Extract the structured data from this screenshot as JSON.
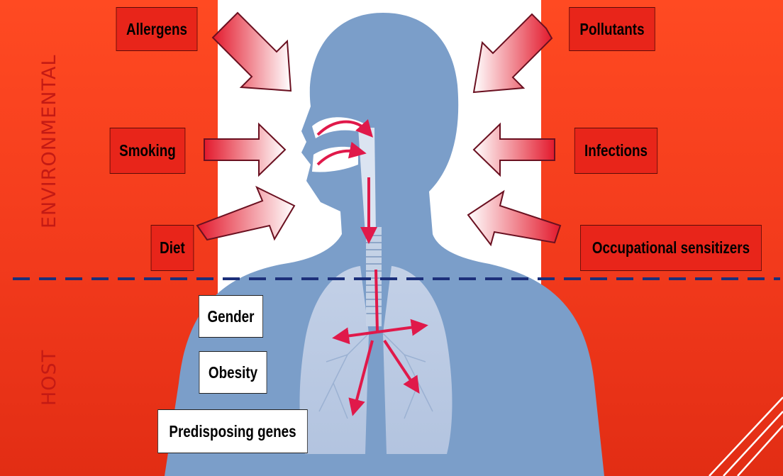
{
  "side_labels": {
    "environmental": "ENVIRONMENTAL",
    "host": "HOST"
  },
  "environmental_factors": {
    "allergens": "Allergens",
    "pollutants": "Pollutants",
    "smoking": "Smoking",
    "infections": "Infections",
    "diet": "Diet",
    "occupational": "Occupational sensitizers"
  },
  "host_factors": {
    "gender": "Gender",
    "obesity": "Obesity",
    "genes": "Predisposing genes"
  },
  "colors": {
    "background": "#f23a1c",
    "env_box_fill": "#e8251a",
    "host_box_fill": "#ffffff",
    "side_label_text": "#c41a14",
    "divider": "#1c2f7a",
    "body_silhouette": "#7b9ec9",
    "airflow_arrows": "#e0194a"
  }
}
